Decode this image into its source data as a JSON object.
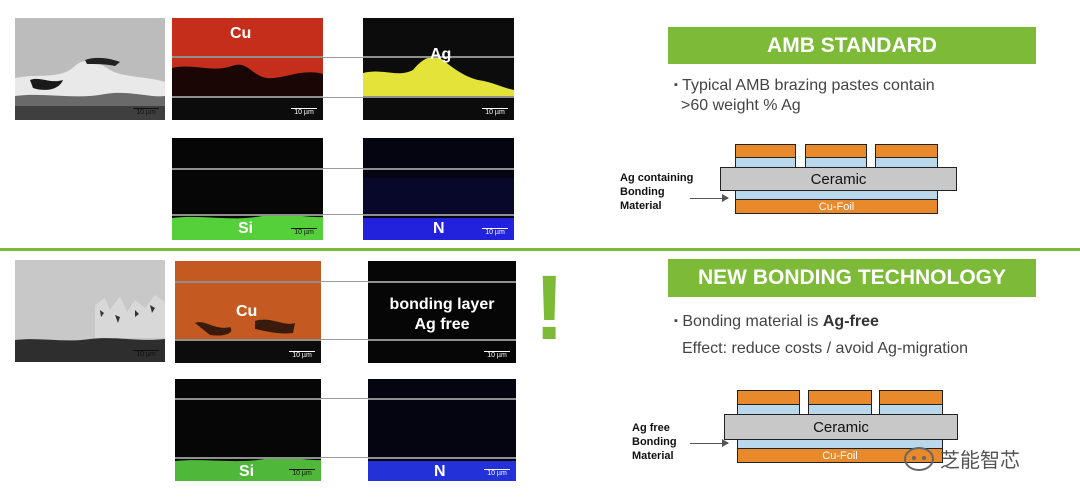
{
  "top": {
    "cu_label": "Cu",
    "ag_label": "Ag",
    "si_label": "Si",
    "n_label": "N",
    "scale_label": "10 µm",
    "colors": {
      "cu": "#c42e1a",
      "ag": "#e4e33a",
      "si": "#55d03a",
      "n": "#2222dd"
    }
  },
  "bottom": {
    "cu_label": "Cu",
    "bonding_layer_line1": "bonding layer",
    "bonding_layer_line2": "Ag free",
    "si_label": "Si",
    "n_label": "N",
    "scale_label": "10 µm",
    "exclaim": "!",
    "colors": {
      "cu": "#c45a22",
      "si": "#4fb83a",
      "n": "#2232d8"
    }
  },
  "amb": {
    "header": "AMB STANDARD",
    "bullet_marker": "▪",
    "bullet_line1": "Typical AMB brazing pastes contain",
    "bullet_line2": ">60 weight % Ag",
    "diagram": {
      "label_line1": "Ag containing",
      "label_line2": "Bonding",
      "label_line3": "Material",
      "ceramic": "Ceramic",
      "foil": "Cu-Foil"
    }
  },
  "newtech": {
    "header": "NEW BONDING TECHNOLOGY",
    "bullet_marker": "▪",
    "bullet_prefix": "Bonding material is ",
    "bullet_bold": "Ag-free",
    "effect": "Effect: reduce costs / avoid Ag-migration",
    "diagram": {
      "label_line1": "Ag free",
      "label_line2": "Bonding",
      "label_line3": "Material",
      "ceramic": "Ceramic",
      "foil": "Cu-Foil"
    }
  },
  "watermark": {
    "text": "芝能智芯",
    "icon": "wechat-icon"
  },
  "accent_color": "#7cba37"
}
